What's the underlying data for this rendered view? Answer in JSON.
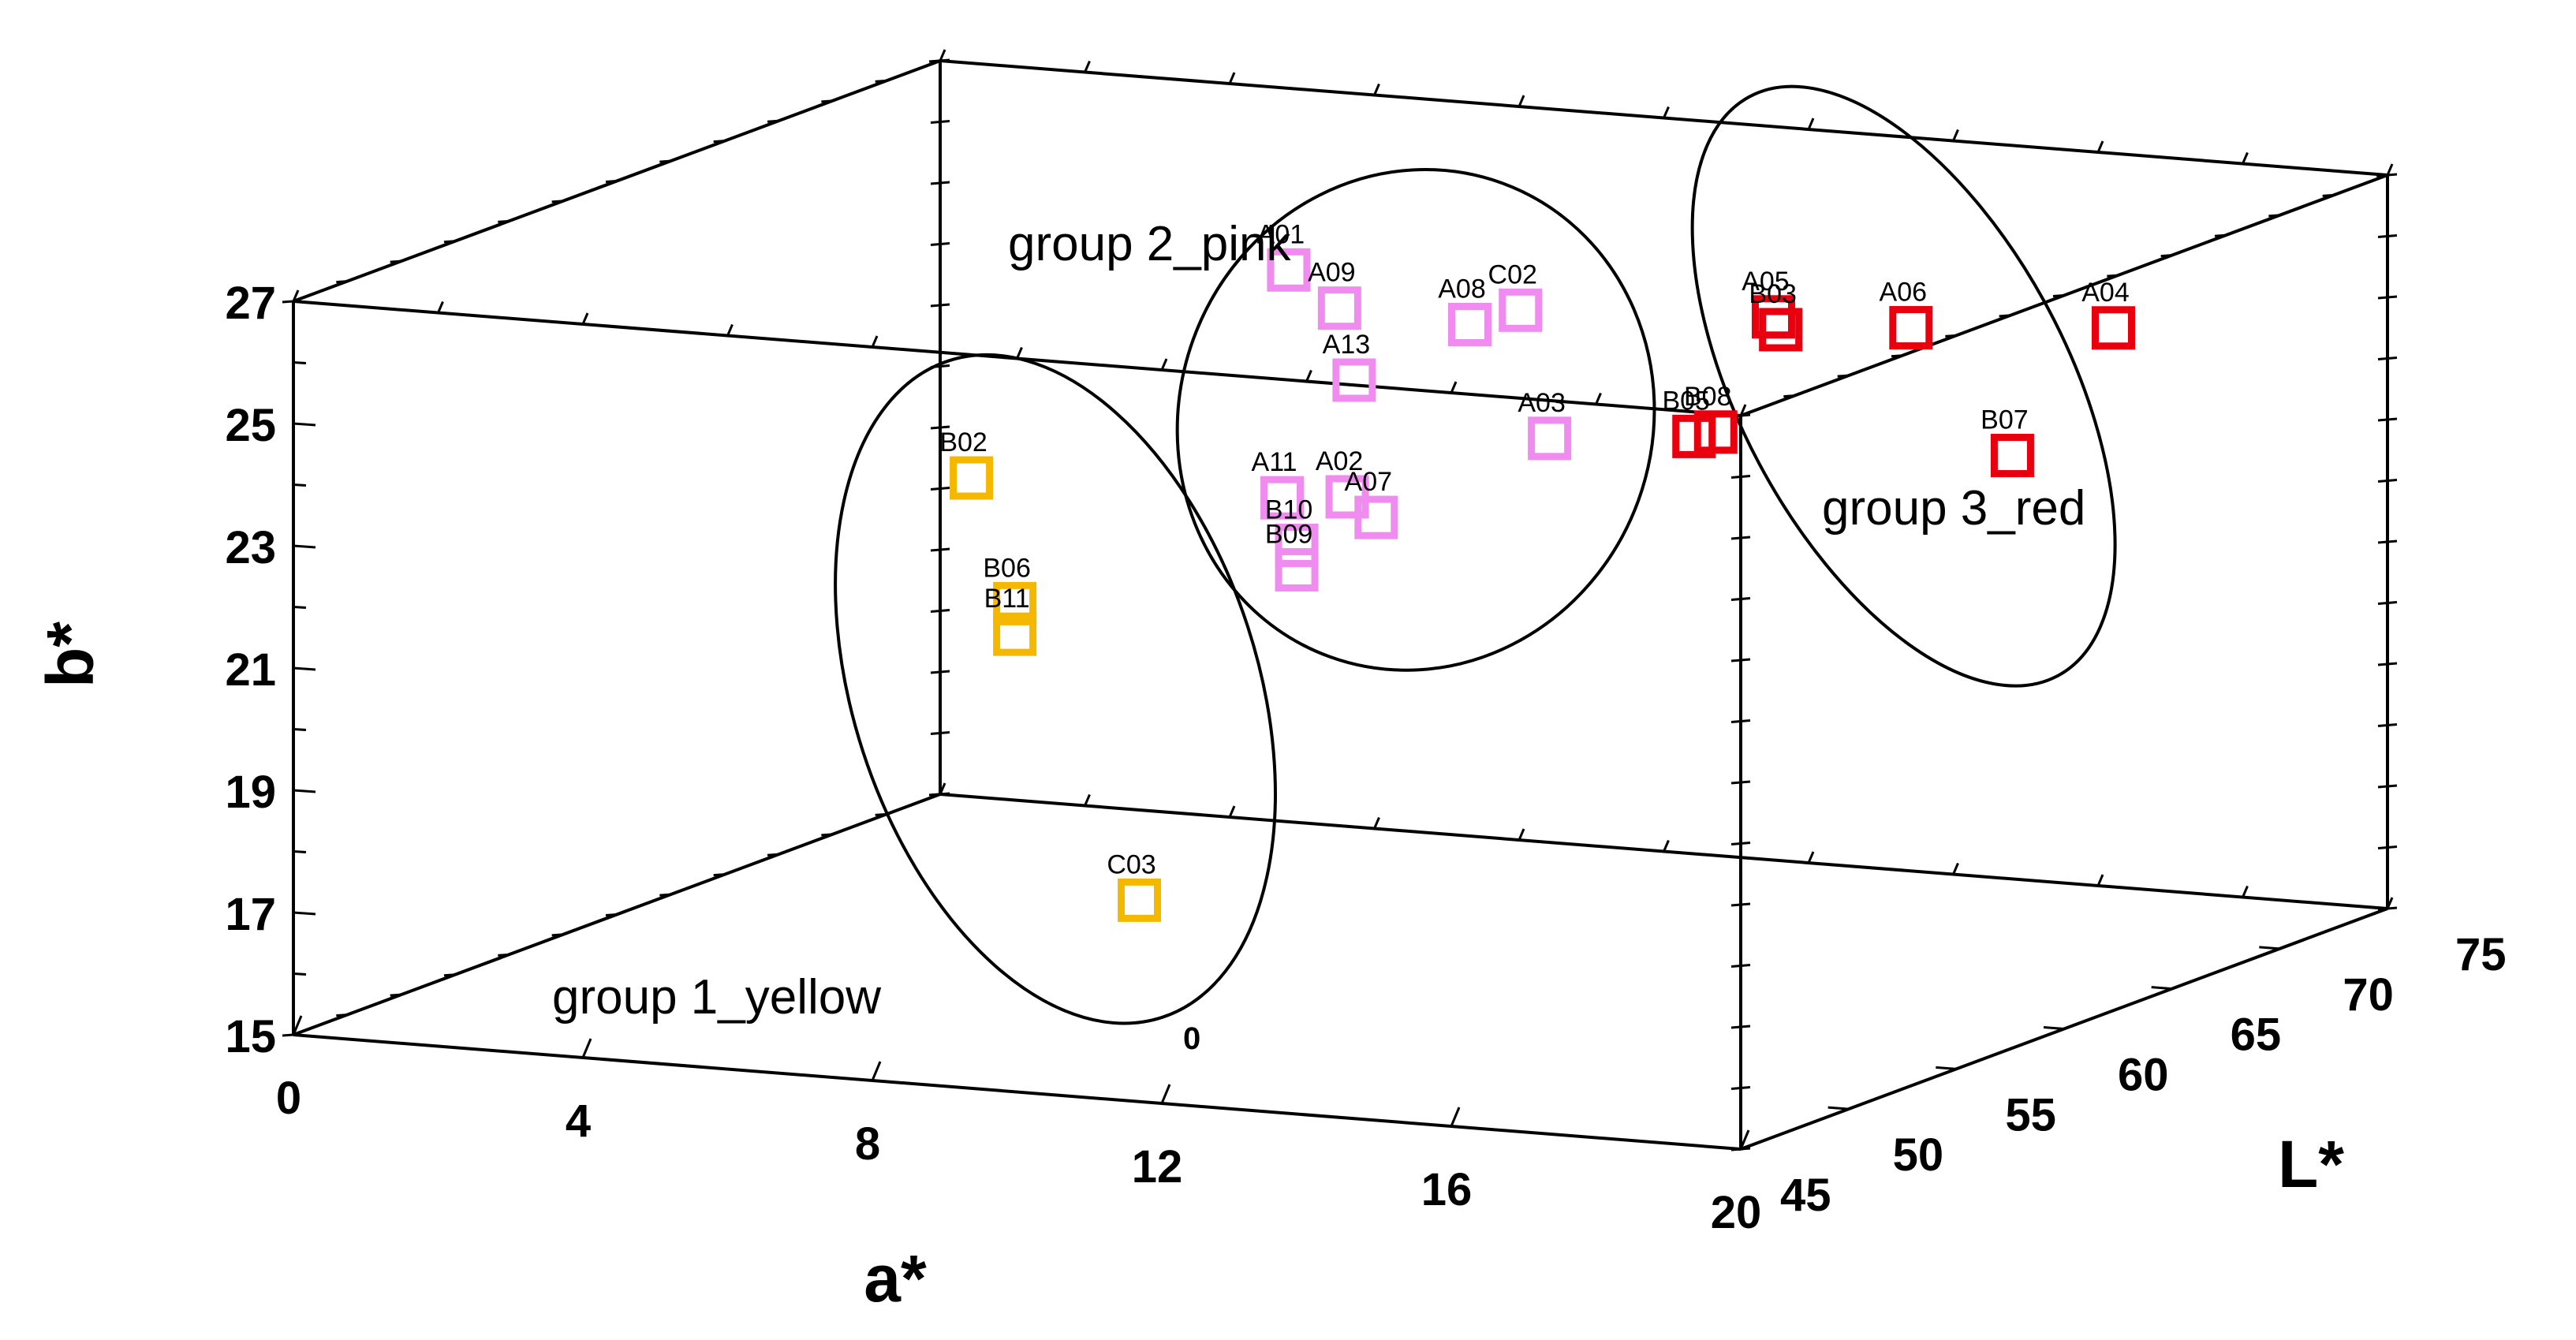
{
  "chart_data": {
    "type": "scatter",
    "projection": "3d",
    "axes": {
      "x": {
        "label": "a*",
        "range": [
          0,
          20
        ],
        "ticks": [
          "0",
          "4",
          "8",
          "12",
          "16",
          "20"
        ]
      },
      "y": {
        "label": "L*",
        "range": [
          45,
          75
        ],
        "ticks": [
          "45",
          "50",
          "55",
          "60",
          "65",
          "70",
          "75"
        ]
      },
      "z": {
        "label": "b*",
        "range": [
          15,
          27
        ],
        "ticks": [
          "15",
          "17",
          "19",
          "21",
          "23",
          "25",
          "27"
        ]
      }
    },
    "grid": false,
    "legend": "none",
    "colors": {
      "yellow": "#f5b800",
      "pink": "#f08cf0",
      "red": "#e8000f"
    },
    "groups": [
      {
        "label": "group 1_yellow",
        "color": "#f5b800",
        "points": [
          {
            "label": "B02",
            "a": 4.9,
            "b": 22.6,
            "L": 60
          },
          {
            "label": "B06",
            "a": 5.5,
            "b": 20.6,
            "L": 60
          },
          {
            "label": "B11",
            "a": 5.5,
            "b": 20.1,
            "L": 60
          },
          {
            "label": "C03",
            "a": 10.2,
            "b": 17.5,
            "L": 50
          }
        ]
      },
      {
        "label": "group 2_pink",
        "color": "#f08cf0",
        "points": [
          {
            "label": "A01",
            "a": 7.2,
            "b": 25.3,
            "L": 67
          },
          {
            "label": "A09",
            "a": 8.2,
            "b": 24.9,
            "L": 66
          },
          {
            "label": "A08",
            "a": 10.0,
            "b": 24.8,
            "L": 66
          },
          {
            "label": "C02",
            "a": 10.7,
            "b": 25.1,
            "L": 66
          },
          {
            "label": "A13",
            "a": 8.7,
            "b": 23.9,
            "L": 65
          },
          {
            "label": "A03",
            "a": 11.4,
            "b": 23.2,
            "L": 65
          },
          {
            "label": "A02",
            "a": 9.2,
            "b": 22.3,
            "L": 63
          },
          {
            "label": "A11",
            "a": 8.3,
            "b": 22.2,
            "L": 63
          },
          {
            "label": "A07",
            "a": 9.6,
            "b": 22.0,
            "L": 63
          },
          {
            "label": "B10",
            "a": 8.8,
            "b": 21.6,
            "L": 62
          },
          {
            "label": "B09",
            "a": 8.8,
            "b": 21.2,
            "L": 62
          }
        ]
      },
      {
        "label": "group 3_red",
        "color": "#e8000f",
        "points": [
          {
            "label": "A05",
            "a": 13.6,
            "b": 25.0,
            "L": 68
          },
          {
            "label": "B03",
            "a": 13.7,
            "b": 24.8,
            "L": 68
          },
          {
            "label": "A06",
            "a": 15.5,
            "b": 25.0,
            "L": 68
          },
          {
            "label": "A04",
            "a": 18.0,
            "b": 25.1,
            "L": 69
          },
          {
            "label": "B08",
            "a": 13.1,
            "b": 23.2,
            "L": 67
          },
          {
            "label": "B05",
            "a": 12.8,
            "b": 23.1,
            "L": 67
          },
          {
            "label": "B07",
            "a": 17.2,
            "b": 23.2,
            "L": 67
          }
        ]
      }
    ],
    "annotations": [
      "0"
    ]
  }
}
